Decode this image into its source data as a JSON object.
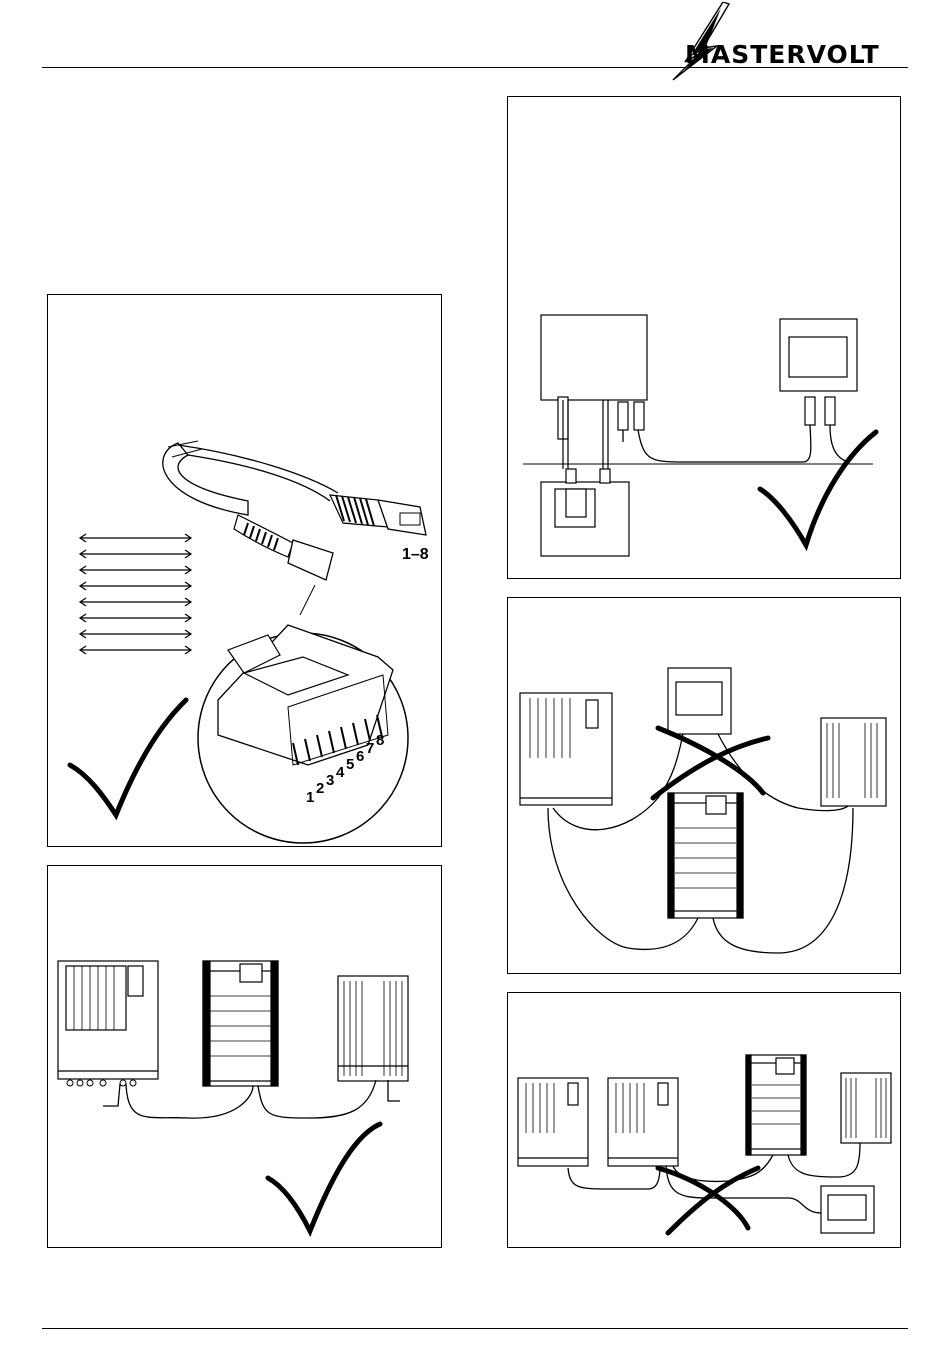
{
  "brand": {
    "logo_text": "MASTERVOLT"
  },
  "cable_panel": {
    "pin_range_label": "1–8",
    "pin_numbers": [
      "1",
      "2",
      "3",
      "4",
      "5",
      "6",
      "7",
      "8"
    ]
  },
  "icons": {
    "check": "check-mark-icon",
    "cross": "cross-mark-icon",
    "lightning": "lightning-bolt-icon"
  }
}
